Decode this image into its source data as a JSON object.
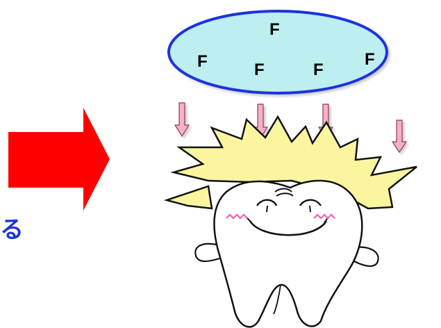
{
  "text": {
    "side_label": "る",
    "fluoride_letters": [
      "F",
      "F",
      "F",
      "F",
      "F"
    ]
  },
  "colors": {
    "arrow": "#ff0000",
    "ellipse_fill": "#bdeef0",
    "ellipse_stroke": "#1f33e0",
    "down_arrow_fill": "#f6b0c8",
    "spark_fill": "#fbf5a0",
    "text_blue": "#1d35d9",
    "blush": "#f06fb0"
  },
  "icons": {
    "big_arrow": "right-arrow-icon",
    "small_arrows": "down-arrow-icon",
    "character": "smiling-tooth-illustration"
  }
}
